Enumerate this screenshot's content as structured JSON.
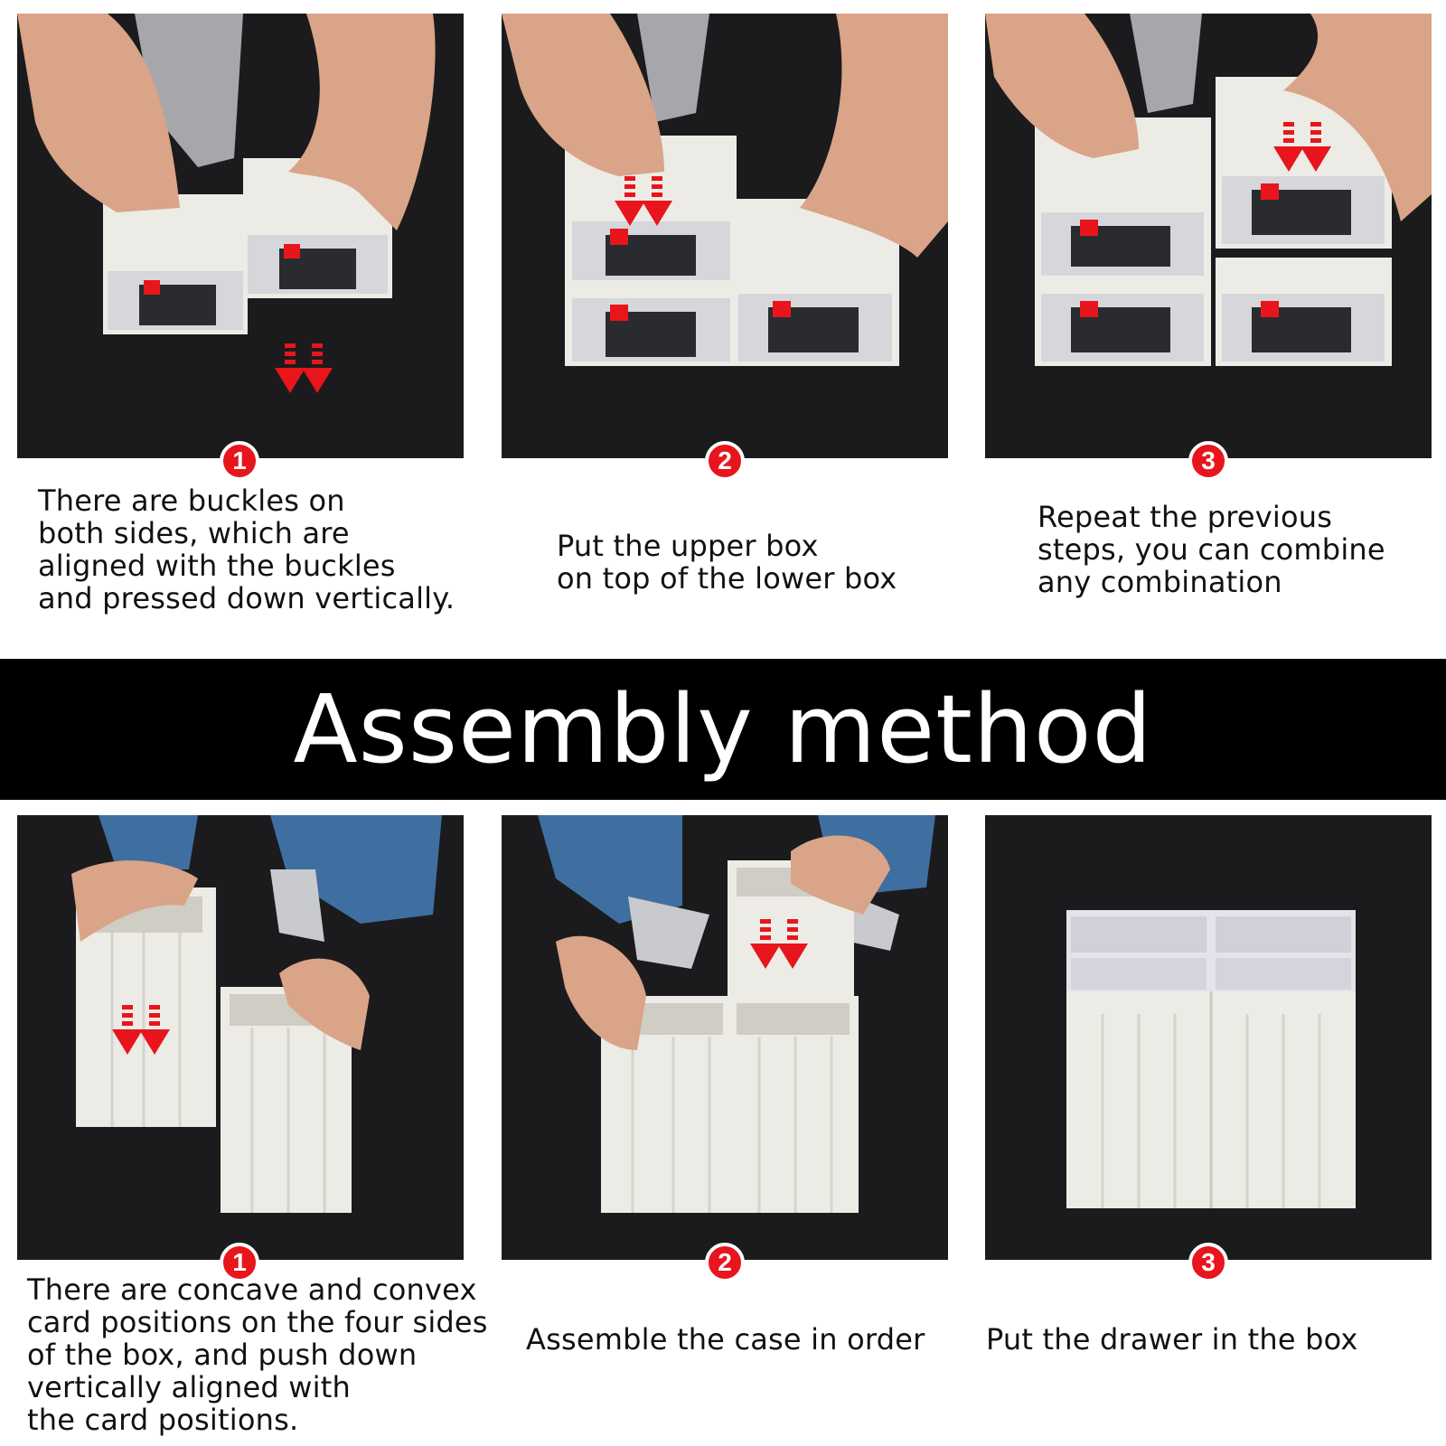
{
  "top_steps": [
    {
      "number": "1",
      "caption": "There are buckles on\nboth sides, which are\naligned with the buckles\nand pressed down vertically."
    },
    {
      "number": "2",
      "caption": "Put the upper box\non top of the lower box"
    },
    {
      "number": "3",
      "caption": "Repeat the previous\nsteps, you can combine\nany combination"
    }
  ],
  "banner": {
    "title": "Assembly method"
  },
  "bottom_steps": [
    {
      "number": "1",
      "caption": "There are concave and convex\ncard positions on the four sides\nof the box, and push down\nvertically aligned with\nthe card positions."
    },
    {
      "number": "2",
      "caption": "Assemble the case in order"
    },
    {
      "number": "3",
      "caption": "Put the drawer in the box"
    }
  ],
  "colors": {
    "accent": "#e8151c",
    "banner_bg": "#000000",
    "photo_bg": "#1a1a1c",
    "box": "#efeee9"
  },
  "icons": [
    "down-arrows-icon",
    "red-label-icon"
  ]
}
